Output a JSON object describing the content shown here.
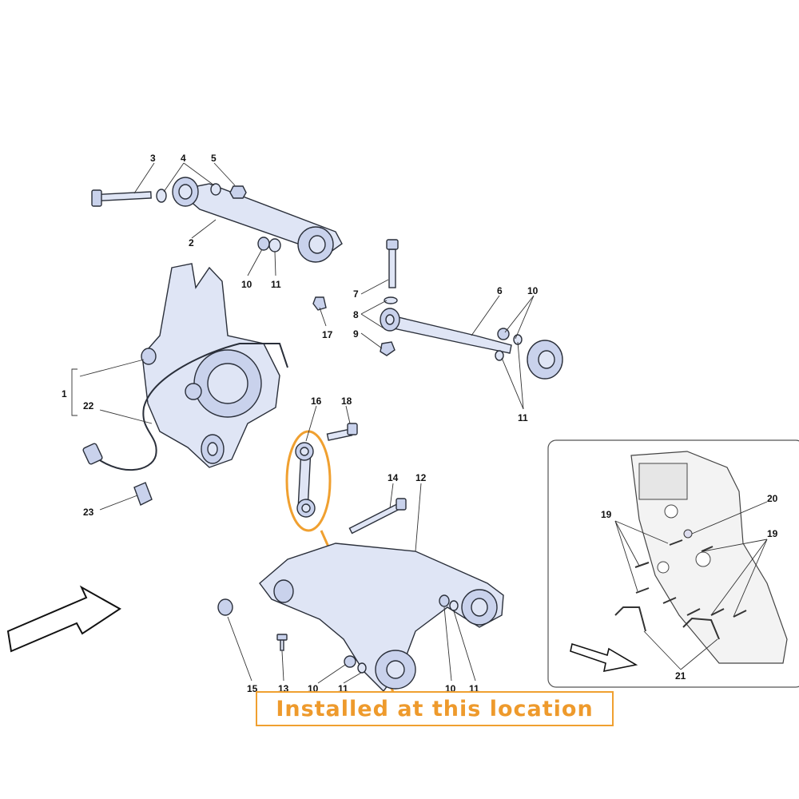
{
  "callout": {
    "text": "Installed at this location"
  },
  "colors": {
    "accent": "#f0a030",
    "part_fill": "#dfe5f5",
    "line": "#2a2f3a"
  },
  "part_labels": {
    "l1": "1",
    "l2": "2",
    "l3": "3",
    "l4": "4",
    "l5": "5",
    "l6": "6",
    "l7": "7",
    "l8": "8",
    "l9": "9",
    "l10a": "10",
    "l10b": "10",
    "l10c": "10",
    "l10d": "10",
    "l11a": "11",
    "l11b": "11",
    "l11c": "11",
    "l11d": "11",
    "l12": "12",
    "l13": "13",
    "l14": "14",
    "l15": "15",
    "l16": "16",
    "l17": "17",
    "l18": "18",
    "l19a": "19",
    "l19b": "19",
    "l20": "20",
    "l21": "21",
    "l22": "22",
    "l23": "23"
  }
}
